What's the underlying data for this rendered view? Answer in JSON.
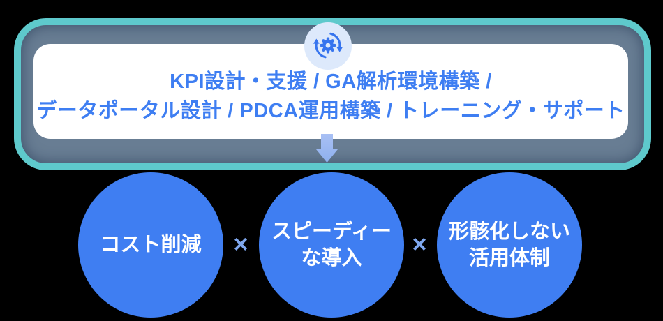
{
  "panel": {
    "line1": "KPI設計・支援 / GA解析環境構築 /",
    "line2": "データポータル設計 / PDCA運用構築 / トレーニング・サポート"
  },
  "multiply_sign": "×",
  "circles": [
    {
      "lines": [
        "コスト削減"
      ]
    },
    {
      "lines": [
        "スピーディー",
        "な導入"
      ]
    },
    {
      "lines": [
        "形骸化しない",
        "活用体制"
      ]
    }
  ],
  "icons": {
    "badge": "gear-sync-icon",
    "flow": "down-arrow-icon"
  },
  "colors": {
    "frame_teal": "#5ec9cc",
    "shadow_slate": "#687d93",
    "card_bg": "#ffffff",
    "heading_blue": "#3e7ef2",
    "circle_blue": "#3f7ef2",
    "circle_text": "#ffffff",
    "badge_bg": "#dde9fb",
    "badge_glyph": "#3674ee",
    "arrow_blue": "#9cb8f0",
    "multiply_blue": "#7fa7ee",
    "background": "#000000"
  }
}
